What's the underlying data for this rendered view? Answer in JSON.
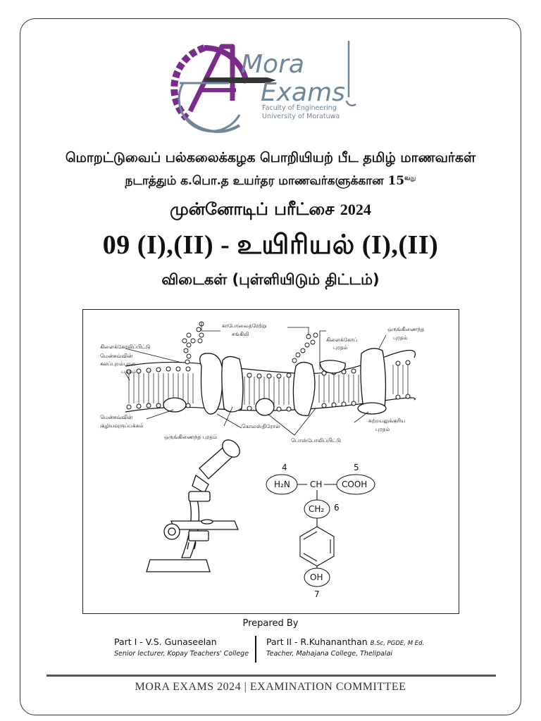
{
  "logo": {
    "brand_line1": "Mora",
    "brand_line2": "Exams",
    "sub1": "Faculty of Engineering",
    "sub2": "University of Moratuwa",
    "colors": {
      "purple": "#7a2b8c",
      "slate": "#6f8599"
    }
  },
  "title": {
    "line1": "மொறட்டுவைப் பல்கலைக்கழக பொறியியற் பீட தமிழ் மாணவர்கள்",
    "line2": "நடாத்தும் க.பொ.த உயர்தர மாணவர்களுக்கான 15",
    "line2_sup": "வது",
    "line3": "முன்னோடிப் பரீட்சை",
    "line3_year": "2024",
    "line4": "09 (I),(II) - உயிரியல் (I),(II)",
    "line5": "விடைகள் (புள்ளியிடும் திட்டம்)"
  },
  "figure": {
    "membrane_labels": {
      "carbohydrate_chain": [
        "காபோவைதரேற்று",
        "சங்கிலி"
      ],
      "glycolipid": "கிளைக்கோலிப்பிட்டு",
      "outer_surface": [
        "மென்சவ்வின்",
        "கலப்புறம்பான",
        "பக்கம்"
      ],
      "glycoprotein": [
        "கிளைக்கோப்",
        "புரதம்"
      ],
      "integral_protein_top": [
        "ஒருங்கிணைந்த",
        "புரதம்"
      ],
      "inner_surface": [
        "மென்சவ்வின்",
        "குழியவுருப்பக்கம்"
      ],
      "cholesterol": "கொலஸ்திரோல்",
      "integral_protein_bottom": "ஒருங்கிணைந்த புரதம்",
      "phospholipid": "பொஸ்போலிப்பிட்டு",
      "peripheral_protein": [
        "சுற்றயலுக்குரிய",
        "புரதம்"
      ]
    },
    "molecule": {
      "amino": "H₂N",
      "ch": "CH",
      "carboxyl": "COOH",
      "ch2": "CH₂",
      "oh": "OH",
      "n4": "4",
      "n5": "5",
      "n6": "6",
      "n7": "7"
    }
  },
  "credits": {
    "prepared_by": "Prepared By",
    "part1_name": "Part I - V.S. Gunaseelan",
    "part1_role": "Senior lecturer, Kopay Teachers' College",
    "part2_name": "Part II - R.Kuhananthan",
    "part2_degree": "B.Sc, PGDE, M Ed.",
    "part2_role": "Teacher, Mahajana College, Thelipalai"
  },
  "footer": "MORA EXAMS 2024 | EXAMINATION COMMITTEE"
}
